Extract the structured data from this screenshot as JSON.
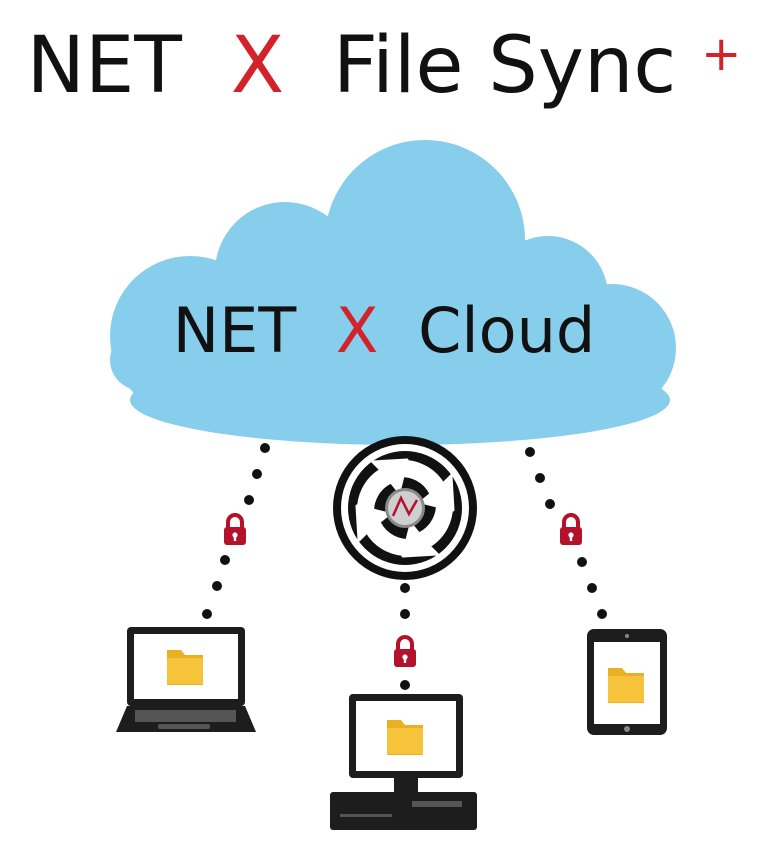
{
  "title": {
    "part1": "NET",
    "part2": "X",
    "part3": "File Sync",
    "plus": "+"
  },
  "cloud": {
    "part1": "NET",
    "part2": "X",
    "part3": "Cloud"
  },
  "colors": {
    "accent_red": "#d2232a",
    "cloud_blue": "#87cdec",
    "ink": "#111111",
    "lock_red": "#b3122a",
    "folder_yellow": "#f7c33a",
    "folder_tab": "#eab024",
    "screen_bg": "#ffffff",
    "device_frame": "#1d1d1d"
  },
  "icons": {
    "sync": "sync-arrows-icon",
    "lock": "padlock-icon",
    "folder": "folder-icon",
    "laptop": "laptop-icon",
    "desktop": "desktop-computer-icon",
    "tablet": "tablet-icon"
  },
  "devices": [
    "laptop",
    "desktop",
    "tablet"
  ]
}
